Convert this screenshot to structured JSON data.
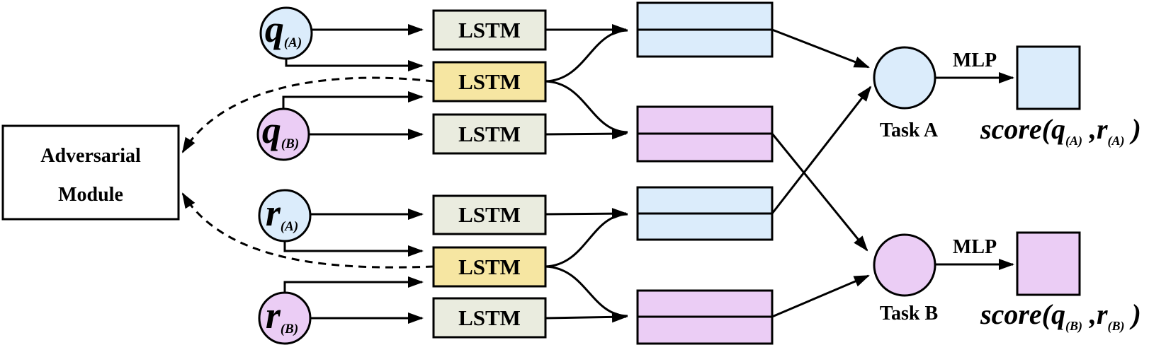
{
  "adversarial_module": {
    "line1": "Adversarial",
    "line2": "Module"
  },
  "inputs": {
    "qA": {
      "main": "q",
      "sub": "(A)"
    },
    "qB": {
      "main": "q",
      "sub": "(B)"
    },
    "rA": {
      "main": "r",
      "sub": "(A)"
    },
    "rB": {
      "main": "r",
      "sub": "(B)"
    }
  },
  "lstm_label": "LSTM",
  "mlp_label": "MLP",
  "tasks": {
    "a": "Task A",
    "b": "Task B"
  },
  "scores": {
    "a": {
      "p1": "score(q",
      "sub1": "(A)",
      "p2": " ,r",
      "sub2": "(A)",
      "p3": " )"
    },
    "b": {
      "p1": "score(q",
      "sub1": "(B)",
      "p2": " ,r",
      "sub2": "(B)",
      "p3": " )"
    }
  },
  "colors": {
    "blue": "#dbecfb",
    "pink": "#ebcdf5",
    "yellow": "#f6e6a2",
    "gray_green": "#eaecdf",
    "white": "#ffffff",
    "stroke": "#000000"
  }
}
